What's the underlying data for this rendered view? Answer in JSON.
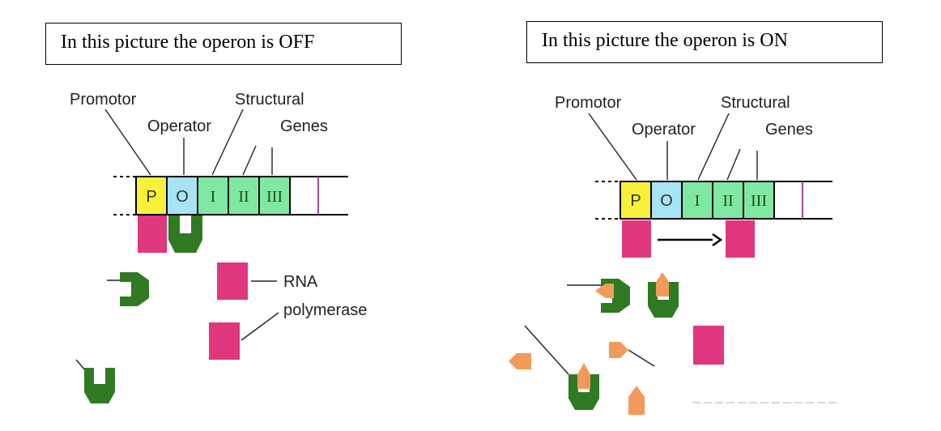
{
  "captions": {
    "off": "In this picture the operon is OFF",
    "on": "In this picture the operon is ON"
  },
  "labels": {
    "promotor": "Promotor",
    "operator": "Operator",
    "structural": "Structural",
    "genes": "Genes",
    "rna": "RNA",
    "polymerase": "polymerase"
  },
  "dna_segments": {
    "promoter": "P",
    "operator": "O",
    "gene_1": "I",
    "gene_2": "II",
    "gene_3": "III"
  },
  "colors": {
    "promoter": "#f8f03a",
    "operator": "#a6e4f6",
    "structural_gene": "#7fe8a3",
    "repressor": "#2f7a22",
    "rna_polymerase": "#e0377f",
    "inducer": "#f29a5a",
    "spacer": "#a04b9a"
  }
}
